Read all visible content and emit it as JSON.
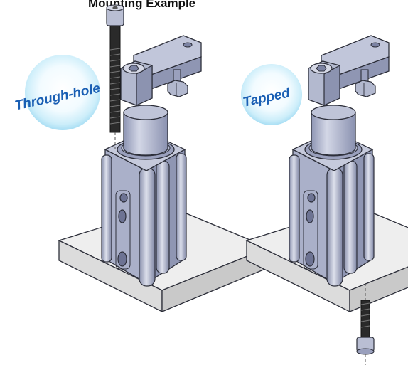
{
  "title": "Mounting Example",
  "labels": {
    "through_hole": "Through-hole",
    "tapped": "Tapped"
  },
  "colors": {
    "metal_light": "#c4c8da",
    "metal_mid": "#a5abc6",
    "metal_dark": "#7c83a3",
    "outline": "#2d2f3a",
    "plate_top": "#eeeeee",
    "plate_side": "#d2d2d2",
    "bolt_black": "#2a2a2a",
    "label_text": "#1a5fb4",
    "badge_glow": "#bfe7f8"
  },
  "icons": {
    "through_hole_bolt": "long-cap-screw-icon",
    "tapped_bolt": "short-cap-screw-icon"
  }
}
